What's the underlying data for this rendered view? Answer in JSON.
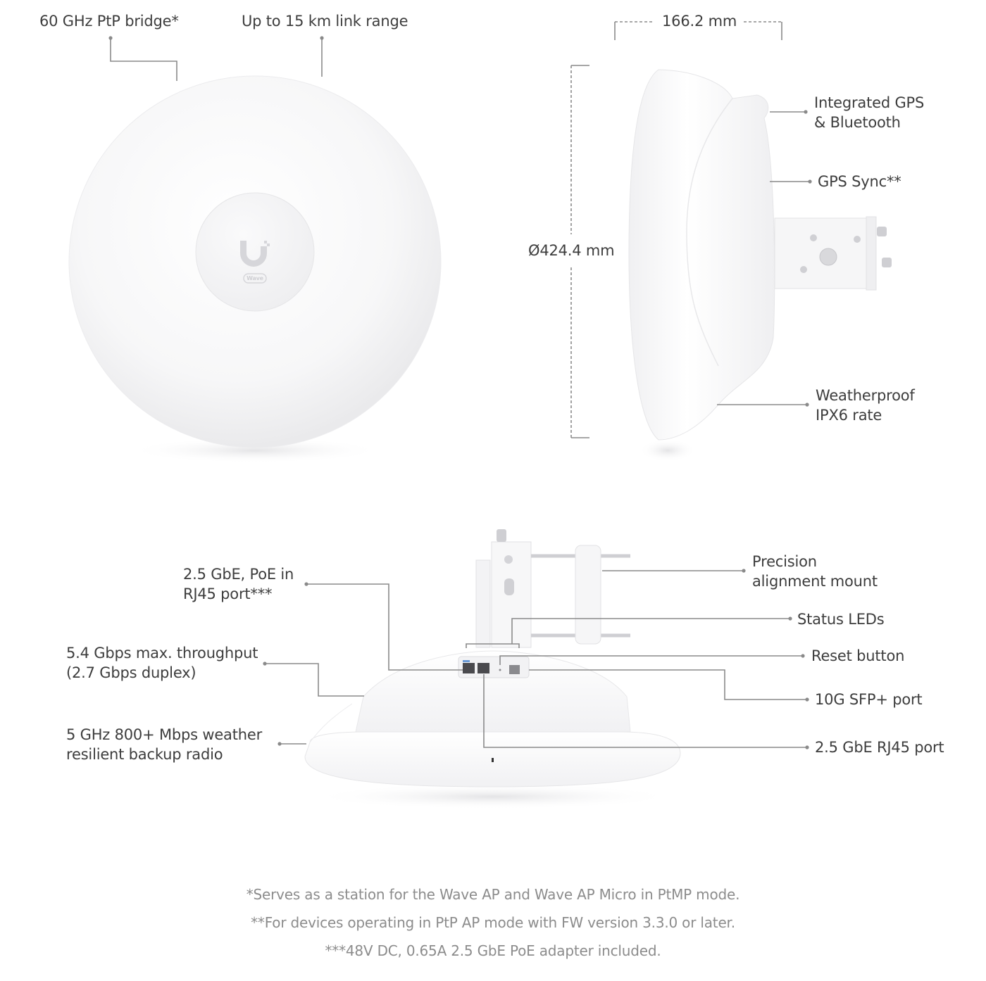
{
  "front_view": {
    "callouts": [
      {
        "id": "ptp-bridge",
        "text": "60 GHz PtP bridge*"
      },
      {
        "id": "link-range",
        "text": "Up to 15 km link range"
      }
    ],
    "logo": {
      "icon": "ubiquiti-u-logo",
      "badge": "Wave"
    }
  },
  "side_view": {
    "dimensions": {
      "depth": "166.2 mm",
      "diameter": "Ø424.4 mm"
    },
    "callouts": [
      {
        "id": "gps-bluetooth",
        "lines": [
          "Integrated GPS",
          "& Bluetooth"
        ]
      },
      {
        "id": "gps-sync",
        "lines": [
          "GPS Sync**"
        ]
      },
      {
        "id": "weatherproof",
        "lines": [
          "Weatherproof",
          "IPX6 rate"
        ]
      }
    ]
  },
  "bottom_view": {
    "left_callouts": [
      {
        "id": "poe-in-port",
        "lines": [
          "2.5 GbE, PoE in",
          "RJ45 port***"
        ]
      },
      {
        "id": "throughput",
        "lines": [
          "5.4 Gbps max. throughput",
          "(2.7 Gbps duplex)"
        ]
      },
      {
        "id": "backup-radio",
        "lines": [
          "5 GHz 800+ Mbps weather",
          "resilient backup radio"
        ]
      }
    ],
    "right_callouts": [
      {
        "id": "alignment-mount",
        "lines": [
          "Precision",
          "alignment mount"
        ]
      },
      {
        "id": "status-leds",
        "lines": [
          "Status LEDs"
        ]
      },
      {
        "id": "reset-button",
        "lines": [
          "Reset button"
        ]
      },
      {
        "id": "sfp-port",
        "lines": [
          "10G SFP+ port"
        ]
      },
      {
        "id": "rj45-port",
        "lines": [
          "2.5 GbE RJ45 port"
        ]
      }
    ]
  },
  "footnotes": [
    "*Serves as a station for the Wave AP and Wave AP Micro in PtMP mode.",
    "**For devices operating in PtP AP mode with FW version 3.3.0 or later.",
    "***48V DC, 0.65A 2.5 GbE PoE adapter included."
  ],
  "colors": {
    "leader_line": "#8a8a8a",
    "text": "#3d3d3d",
    "footnote": "#8c8c8c",
    "device_white": "#f7f7f8"
  }
}
